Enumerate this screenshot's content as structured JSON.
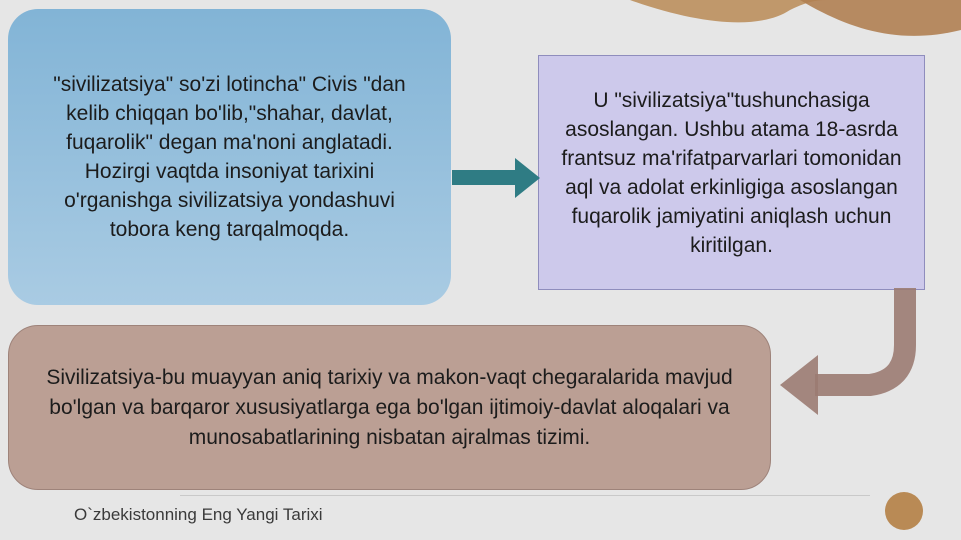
{
  "boxes": {
    "blue_text": "\"sivilizatsiya\" so'zi lotincha\" Civis \"dan kelib chiqqan bo'lib,\"shahar, davlat, fuqarolik\" degan ma'noni anglatadi. Hozirgi vaqtda insoniyat tarixini o'rganishga sivilizatsiya yondashuvi tobora keng tarqalmoqda.",
    "purple_text": "U \"sivilizatsiya\"tushunchasiga asoslangan. Ushbu atama 18-asrda frantsuz ma'rifatparvarlari tomonidan aql va adolat erkinligiga asoslangan fuqarolik jamiyatini aniqlash uchun kiritilgan.",
    "brown_text": "Sivilizatsiya-bu muayyan aniq tarixiy va makon-vaqt chegaralarida mavjud bo'lgan va barqaror xususiyatlarga ega bo'lgan ijtimoiy-davlat aloqalari va munosabatlarining nisbatan ajralmas tizimi."
  },
  "footer": {
    "title": "O`zbekistonning Eng Yangi Tarixi"
  },
  "colors": {
    "blue_box": "#9cc3df",
    "purple_box": "#cdc9eb",
    "brown_box": "#bb9f94",
    "teal_arrow": "#2f7c84",
    "brown_arrow": "#9b7b72",
    "accent_dot": "#b98a55"
  }
}
